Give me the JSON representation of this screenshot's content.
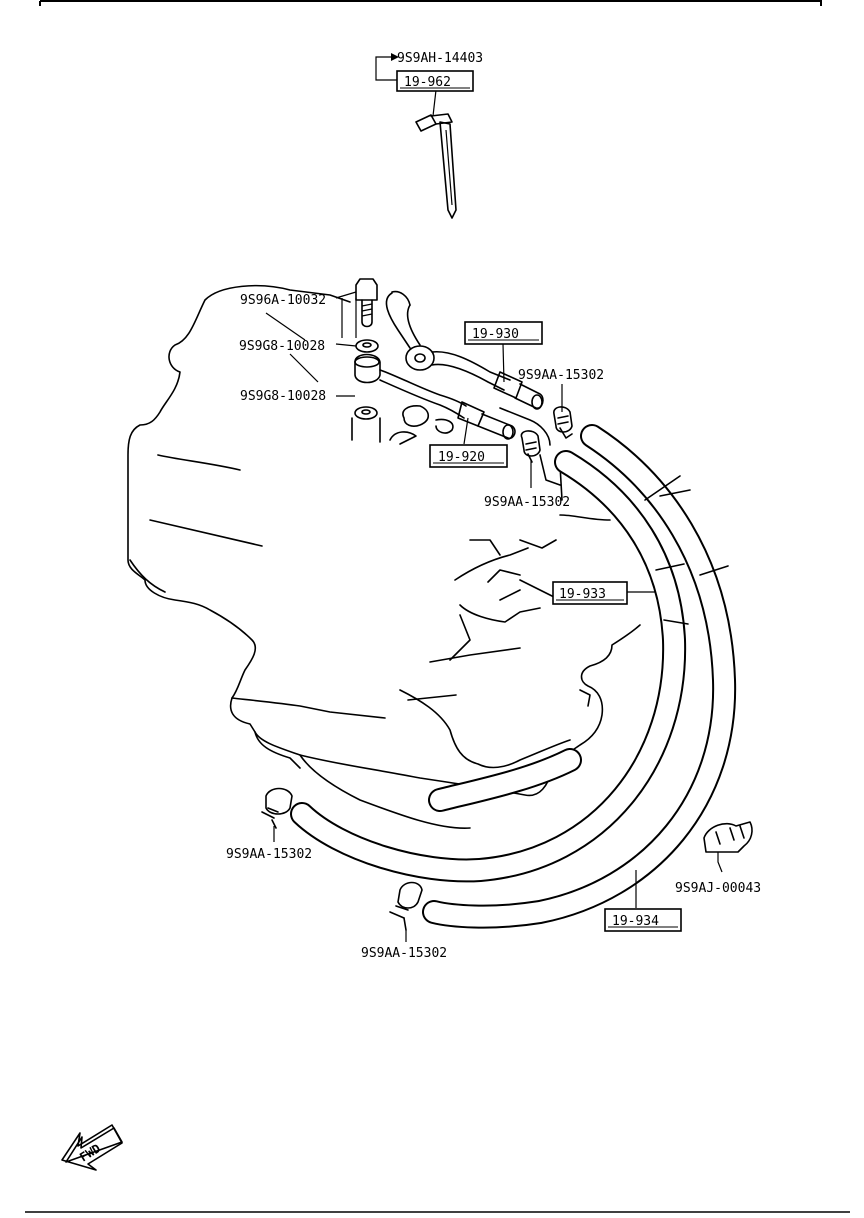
{
  "parts": {
    "p1": "9S9AH-14403",
    "p2": "9S96A-10032",
    "p3": "9S9G8-10028",
    "p4": "9S9G8-10028",
    "p5": "9S9AA-15302",
    "p6": "9S9AA-15302",
    "p7": "9S9AA-15302",
    "p8": "9S9AA-15302",
    "p9": "9S9AJ-00043"
  },
  "refs": {
    "r1": "19-962",
    "r2": "19-930",
    "r3": "19-920",
    "r4": "19-933",
    "r5": "19-934"
  },
  "fwd": "FWD"
}
